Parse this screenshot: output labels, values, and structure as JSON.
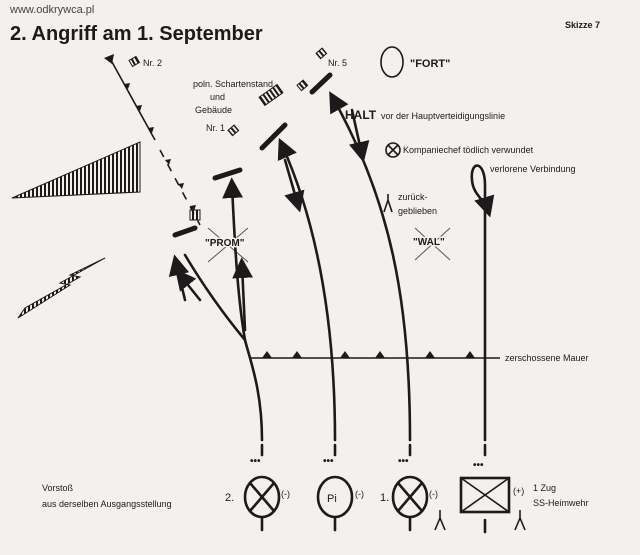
{
  "watermark": "www.odkrywca.pl",
  "title": "2. Angriff am 1. September",
  "sketch_label": "Skizze 7",
  "labels": {
    "nr2": "Nr. 2",
    "bunker_line1": "poln. Schartenstand",
    "bunker_line2": "und",
    "bunker_line3": "Gebäude",
    "nr5": "Nr. 5",
    "fort": "\"FORT\"",
    "halt": "HALT",
    "halt_desc": "vor der Hauptverteidigungslinie",
    "nr1": "Nr. 1",
    "commander": "Kompaniechef tödlich verwundet",
    "lost_connection": "verlorene Verbindung",
    "left_behind_1": "zurück-",
    "left_behind_2": "geblieben",
    "prom": "\"PROM\"",
    "wal": "\"WAL\"",
    "wall": "zerschossene Mauer"
  },
  "legend": {
    "line1": "Vorstoß",
    "line2": "aus derselben Ausgangsstellung"
  },
  "units": [
    {
      "prefix": "2.",
      "symbol": "X",
      "suffix": "(-)"
    },
    {
      "prefix": "",
      "symbol": "Pi",
      "suffix": "(-)"
    },
    {
      "prefix": "1.",
      "symbol": "X",
      "suffix": "(-)"
    },
    {
      "prefix": "",
      "symbol": "box",
      "suffix": "(+)",
      "note1": "1 Zug",
      "note2": "SS-Heimwehr"
    }
  ]
}
